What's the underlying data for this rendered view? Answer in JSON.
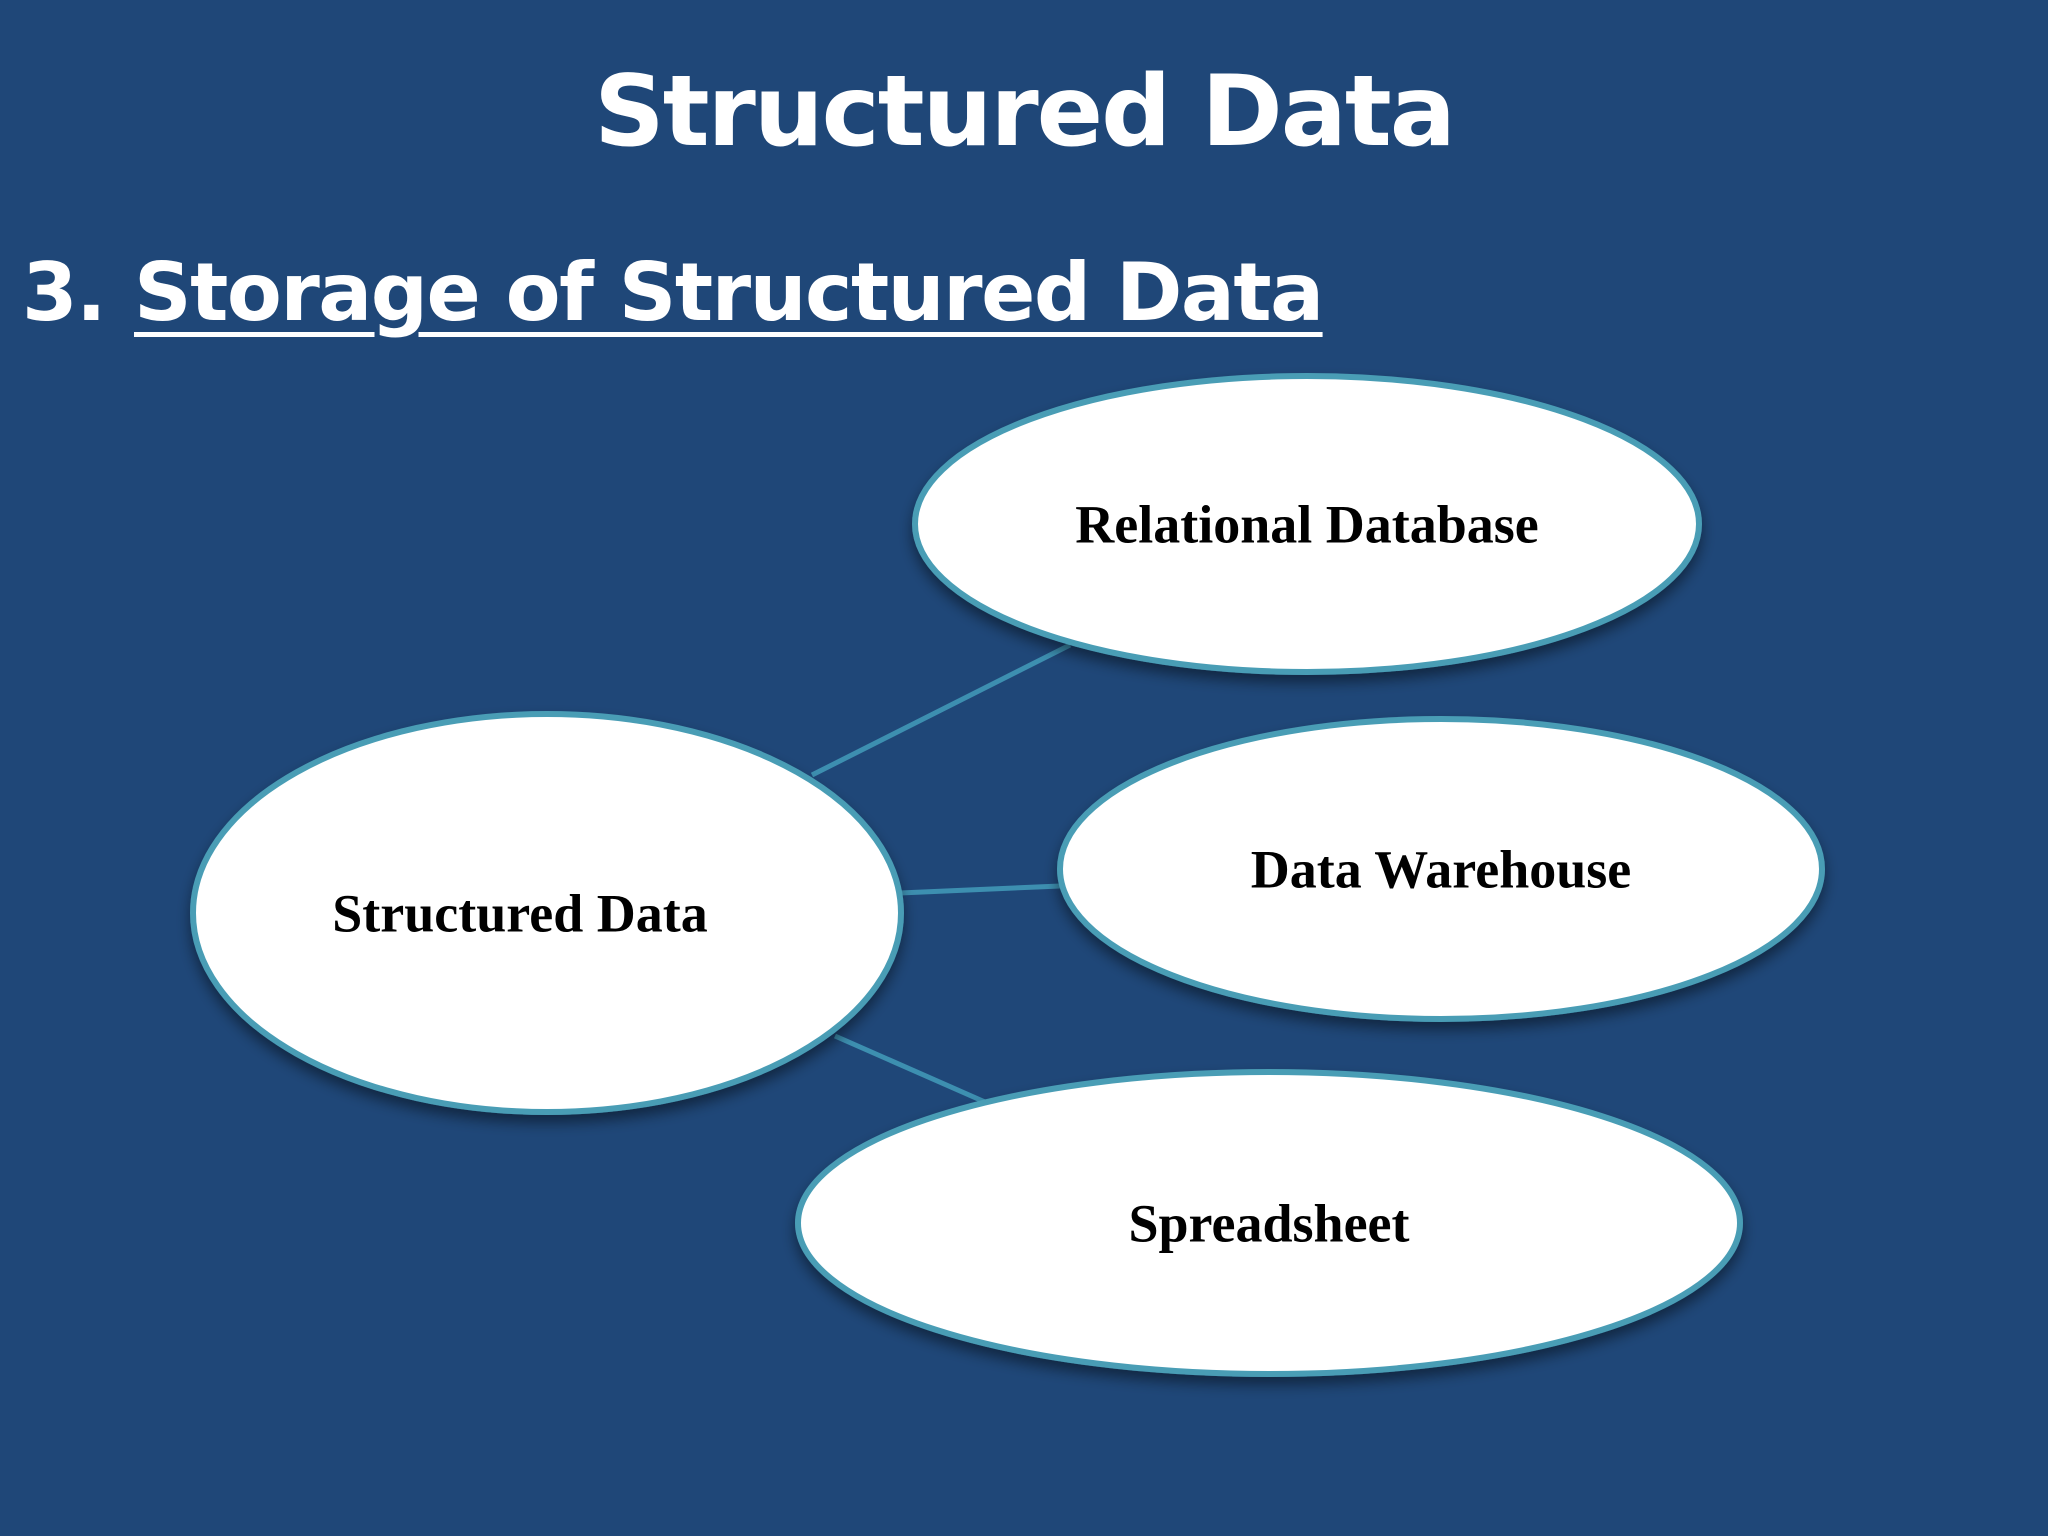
{
  "slide": {
    "title": "Structured Data",
    "section_number": "3.",
    "section_title": "Storage of Structured Data"
  },
  "diagram": {
    "center": "Structured Data",
    "nodes": [
      "Relational Database",
      "Data Warehouse",
      "Spreadsheet"
    ]
  },
  "colors": {
    "background": "#1f4778",
    "node_fill": "#ffffff",
    "node_border": "#4a9db5",
    "connector": "#3d8fb0",
    "text": "#ffffff"
  }
}
